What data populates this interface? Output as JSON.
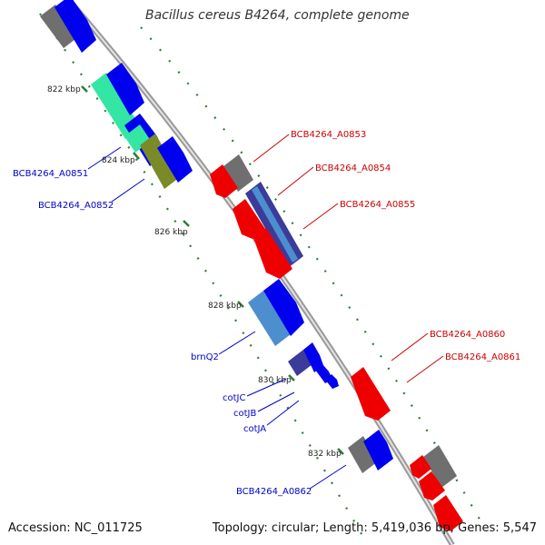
{
  "title": "Bacillus cereus B4264, complete genome",
  "footer": {
    "accession": "Accession: NC_011725",
    "info": "Topology: circular; Length: 5,419,036 bp; Genes: 5,547"
  },
  "colors": {
    "backbone": "#999999",
    "tick": "#2e7d32",
    "label_blue": "#0000cc",
    "label_red": "#cc0000",
    "forward": "#0000ee",
    "reverse": "#ee0000",
    "gray": "#6f6f6f"
  },
  "ticks": [
    "822 kbp",
    "824 kbp",
    "826 kbp",
    "828 kbp",
    "830 kbp",
    "832 kbp"
  ],
  "gene_labels": [
    {
      "text": "BCB4264_A0851",
      "strand": "forward"
    },
    {
      "text": "BCB4264_A0852",
      "strand": "forward"
    },
    {
      "text": "BCB4264_A0853",
      "strand": "reverse"
    },
    {
      "text": "BCB4264_A0854",
      "strand": "reverse"
    },
    {
      "text": "BCB4264_A0855",
      "strand": "reverse"
    },
    {
      "text": "brnQ2",
      "strand": "forward"
    },
    {
      "text": "cotJC",
      "strand": "forward"
    },
    {
      "text": "cotJB",
      "strand": "forward"
    },
    {
      "text": "cotJA",
      "strand": "forward"
    },
    {
      "text": "BCB4264_A0860",
      "strand": "reverse"
    },
    {
      "text": "BCB4264_A0861",
      "strand": "reverse"
    },
    {
      "text": "BCB4264_A0862",
      "strand": "forward"
    }
  ]
}
